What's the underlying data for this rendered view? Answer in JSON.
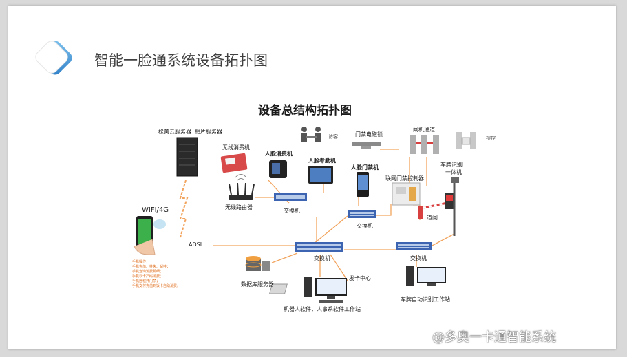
{
  "slide_title": "智能一脸通系统设备拓扑图",
  "diagram_title": "设备总结构拓扑图",
  "labels": {
    "cloud_server": "松美云服务器",
    "photo_server": "相片服务器",
    "wireless_pos": "无线消费机",
    "wireless_router": "无线路由器",
    "wifi": "WIFI/4G",
    "adsl": "ADSL",
    "visitor": "访客",
    "door_lock": "门禁电磁锁",
    "gate_channel": "闸机通道",
    "swing_gate": "摆控",
    "face_pos": "人脸消费机",
    "face_attendance": "人脸考勤机",
    "face_access": "人脸门禁机",
    "net_access_ctrl": "联网门禁控制器",
    "plate_recog": "车牌识别",
    "all_in_one": "一体机",
    "barrier": "道闸",
    "switch1": "交换机",
    "switch2": "交换机",
    "switch3": "交换机",
    "switch4": "交换机",
    "database_server": "数据库服务器",
    "card_center": "发卡中心",
    "robot_software": "机器人软件，人事系软件工作站",
    "plate_station": "车牌自动识别工作站"
  },
  "phone_notes": [
    "手机操作：",
    "手机充值、挂失、解挂；",
    "手机查询消费明细；",
    "手机以卡扫码消费；",
    "手机远程开门禁；",
    "手机支付充值到饭卡自助消费。"
  ],
  "watermark": "@多奥一卡通智能系统",
  "colors": {
    "link": "#f2a35c",
    "switch": "#3d64b0",
    "title": "#404040"
  }
}
